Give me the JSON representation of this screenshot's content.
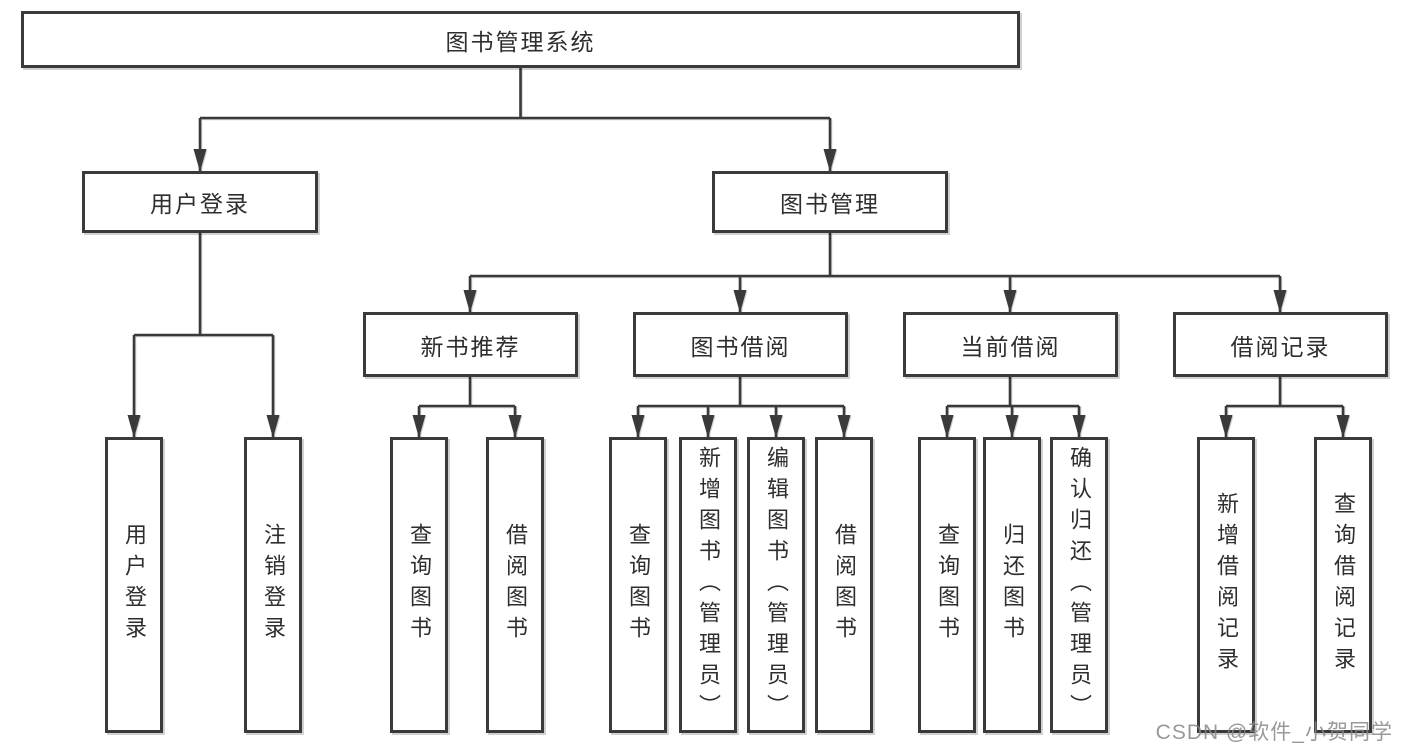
{
  "diagram": {
    "root": {
      "label": "图书管理系统"
    },
    "branches": [
      {
        "label": "用户登录",
        "children": [
          {
            "label": "用户登录"
          },
          {
            "label": "注销登录"
          }
        ]
      },
      {
        "label": "图书管理",
        "children": [
          {
            "label": "新书推荐",
            "children": [
              {
                "label": "查询图书"
              },
              {
                "label": "借阅图书"
              }
            ]
          },
          {
            "label": "图书借阅",
            "children": [
              {
                "label": "查询图书"
              },
              {
                "label": "新增图书（管理员）"
              },
              {
                "label": "编辑图书（管理员）"
              },
              {
                "label": "借阅图书"
              }
            ]
          },
          {
            "label": "当前借阅",
            "children": [
              {
                "label": "查询图书"
              },
              {
                "label": "归还图书"
              },
              {
                "label": "确认归还（管理员）"
              }
            ]
          },
          {
            "label": "借阅记录",
            "children": [
              {
                "label": "新增借阅记录"
              },
              {
                "label": "查询借阅记录"
              }
            ]
          }
        ]
      }
    ]
  },
  "watermark": "CSDN @软件_小贺同学",
  "colors": {
    "line": "#3a3a3a",
    "text": "#2e2e2e",
    "watermark": "#878787",
    "background": "#ffffff"
  }
}
